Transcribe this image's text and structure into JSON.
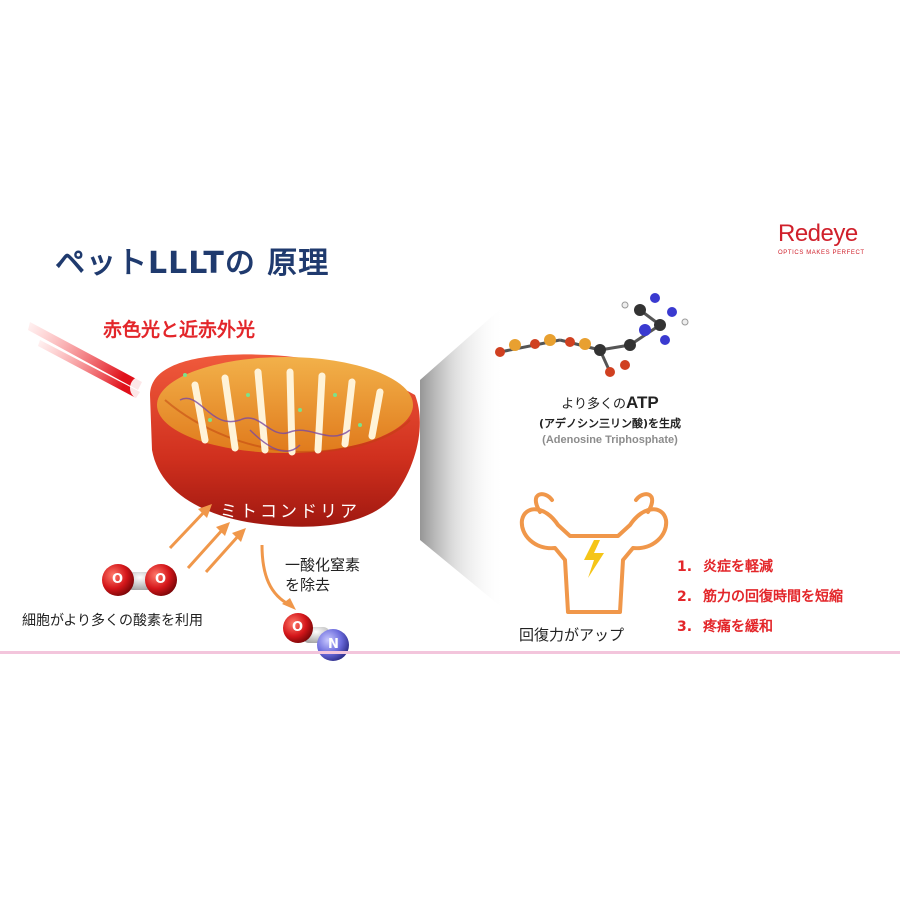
{
  "title": "ペットLLLTの 原理",
  "logo": {
    "name": "Redeye",
    "tagline": "OPTICS MAKES PERFECT"
  },
  "light_label": "赤色光と近赤外光",
  "mitochondria_label": "ミトコンドリア",
  "no_label": {
    "line1": "一酸化窒素",
    "line2": "を除去"
  },
  "oxygen_label": "細胞がより多くの酸素を利用",
  "oxygen_atoms": {
    "left": "O",
    "right": "O"
  },
  "no_atoms": {
    "o": "O",
    "n": "N"
  },
  "atp": {
    "prefix": "より多くの",
    "name": "ATP",
    "line2": "(アデノシン三リン酸)を生成",
    "line3": "(Adenosine Triphosphate)"
  },
  "recovery_label": "回復力がアップ",
  "benefits": [
    {
      "num": "1.",
      "text": "炎症を軽減"
    },
    {
      "num": "2.",
      "text": "筋力の回復時間を短縮"
    },
    {
      "num": "3.",
      "text": "疼痛を緩和"
    }
  ],
  "colors": {
    "title": "#1f3a6e",
    "accent_red": "#e3262a",
    "arrow_orange": "#f0974a",
    "divider_pink": "#f3c5dc"
  },
  "icons": {
    "laser": "red-laser-beam-icon",
    "mitochondria": "mitochondria-illustration",
    "atp_molecule": "atp-molecule-icon",
    "muscle": "muscle-body-icon"
  }
}
